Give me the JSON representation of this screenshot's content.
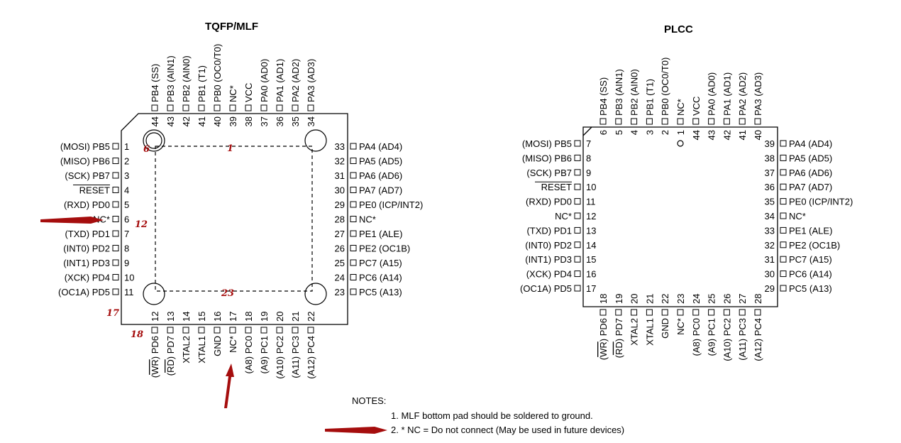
{
  "tqfp": {
    "title": "TQFP/MLF",
    "left": [
      [
        "(MOSI) PB5",
        "1"
      ],
      [
        "(MISO) PB6",
        "2"
      ],
      [
        "(SCK) PB7",
        "3"
      ],
      [
        "RESET",
        "4"
      ],
      [
        "(RXD) PD0",
        "5"
      ],
      [
        "NC*",
        "6"
      ],
      [
        "(TXD) PD1",
        "7"
      ],
      [
        "(INT0) PD2",
        "8"
      ],
      [
        "(INT1) PD3",
        "9"
      ],
      [
        "(XCK) PD4",
        "10"
      ],
      [
        "(OC1A) PD5",
        "11"
      ]
    ],
    "right": [
      [
        "PA4 (AD4)",
        "33"
      ],
      [
        "PA5 (AD5)",
        "32"
      ],
      [
        "PA6 (AD6)",
        "31"
      ],
      [
        "PA7 (AD7)",
        "30"
      ],
      [
        "PE0 (ICP/INT2)",
        "29"
      ],
      [
        "NC*",
        "28"
      ],
      [
        "PE1 (ALE)",
        "27"
      ],
      [
        "PE2 (OC1B)",
        "26"
      ],
      [
        "PC7 (A15)",
        "25"
      ],
      [
        "PC6 (A14)",
        "24"
      ],
      [
        "PC5 (A13)",
        "23"
      ]
    ],
    "top": [
      [
        "PB4 (SS)",
        "44"
      ],
      [
        "PB3 (AIN1)",
        "43"
      ],
      [
        "PB2 (AIN0)",
        "42"
      ],
      [
        "PB1 (T1)",
        "41"
      ],
      [
        "PB0 (OC0/T0)",
        "40"
      ],
      [
        "NC*",
        "39"
      ],
      [
        "VCC",
        "38"
      ],
      [
        "PA0 (AD0)",
        "37"
      ],
      [
        "PA1 (AD1)",
        "36"
      ],
      [
        "PA2 (AD2)",
        "35"
      ],
      [
        "PA3 (AD3)",
        "34"
      ]
    ],
    "bottom": [
      [
        "PD6",
        "12",
        "WR"
      ],
      [
        "PD7",
        "13",
        "RD"
      ],
      [
        "XTAL2",
        "14",
        ""
      ],
      [
        "XTAL1",
        "15",
        ""
      ],
      [
        "GND",
        "16",
        ""
      ],
      [
        "NC*",
        "17",
        ""
      ],
      [
        "PC0",
        "18",
        "(A8)"
      ],
      [
        "PC1",
        "19",
        "(A9)"
      ],
      [
        "PC2",
        "20",
        "(A10)"
      ],
      [
        "PC3",
        "21",
        "(A11)"
      ],
      [
        "PC4",
        "22",
        "(A12)"
      ]
    ]
  },
  "plcc": {
    "title": "PLCC",
    "left": [
      [
        "(MOSI) PB5",
        "7"
      ],
      [
        "(MISO) PB6",
        "8"
      ],
      [
        "(SCK) PB7",
        "9"
      ],
      [
        "RESET",
        "10"
      ],
      [
        "(RXD) PD0",
        "11"
      ],
      [
        "NC*",
        "12"
      ],
      [
        "(TXD) PD1",
        "13"
      ],
      [
        "(INT0) PD2",
        "14"
      ],
      [
        "(INT1) PD3",
        "15"
      ],
      [
        "(XCK) PD4",
        "16"
      ],
      [
        "(OC1A) PD5",
        "17"
      ]
    ],
    "right": [
      [
        "PA4 (AD4)",
        "39"
      ],
      [
        "PA5 (AD5)",
        "38"
      ],
      [
        "PA6 (AD6)",
        "37"
      ],
      [
        "PA7 (AD7)",
        "36"
      ],
      [
        "PE0 (ICP/INT2)",
        "35"
      ],
      [
        "NC*",
        "34"
      ],
      [
        "PE1 (ALE)",
        "33"
      ],
      [
        "PE2 (OC1B)",
        "32"
      ],
      [
        "PC7 (A15)",
        "31"
      ],
      [
        "PC6 (A14)",
        "30"
      ],
      [
        "PC5 (A13)",
        "29"
      ]
    ],
    "top": [
      [
        "PB4 (SS)",
        "6"
      ],
      [
        "PB3 (AIN1)",
        "5"
      ],
      [
        "PB2 (AIN0)",
        "4"
      ],
      [
        "PB1 (T1)",
        "3"
      ],
      [
        "PB0 (OC0/T0)",
        "2"
      ],
      [
        "NC*",
        "1"
      ],
      [
        "VCC",
        "44"
      ],
      [
        "PA0 (AD0)",
        "43"
      ],
      [
        "PA1 (AD1)",
        "42"
      ],
      [
        "PA2 (AD2)",
        "41"
      ],
      [
        "PA3 (AD3)",
        "40"
      ]
    ],
    "bottom": [
      [
        "PD6",
        "18",
        "WR"
      ],
      [
        "PD7",
        "19",
        "RD"
      ],
      [
        "XTAL2",
        "20",
        ""
      ],
      [
        "XTAL1",
        "21",
        ""
      ],
      [
        "GND",
        "22",
        ""
      ],
      [
        "NC*",
        "23",
        ""
      ],
      [
        "PC0",
        "24",
        "(A8)"
      ],
      [
        "PC1",
        "25",
        "(A9)"
      ],
      [
        "PC2",
        "26",
        "(A10)"
      ],
      [
        "PC3",
        "27",
        "(A11)"
      ],
      [
        "PC4",
        "28",
        "(A12)"
      ]
    ]
  },
  "annotations": [
    "6",
    "1",
    "12",
    "23",
    "17",
    "18"
  ],
  "notes": {
    "heading": "NOTES:",
    "items": [
      "1. MLF bottom pad should be soldered to ground.",
      "2. * NC = Do not connect (May be used in future devices)"
    ]
  },
  "colors": {
    "ink": "#000000",
    "annotation": "#a50d0d"
  }
}
